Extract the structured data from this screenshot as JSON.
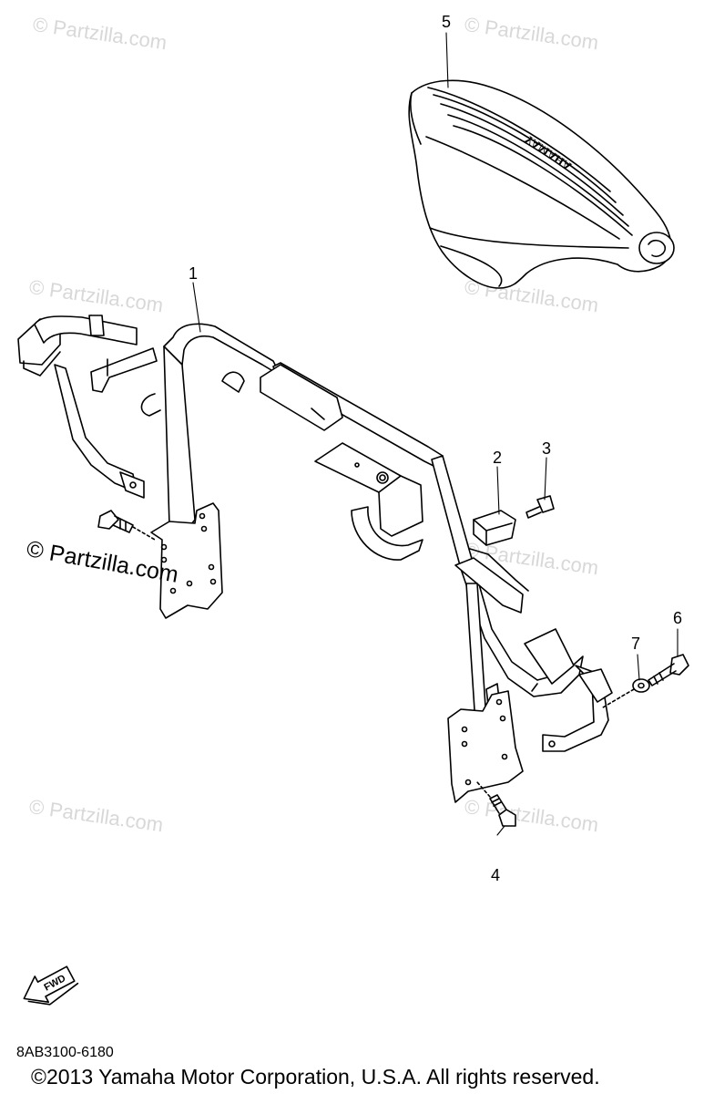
{
  "watermark": {
    "text": "© Partzilla.com",
    "featured_text": "© Partzilla.com"
  },
  "callouts": [
    {
      "id": "1",
      "label": "1"
    },
    {
      "id": "2",
      "label": "2"
    },
    {
      "id": "3",
      "label": "3"
    },
    {
      "id": "4",
      "label": "4"
    },
    {
      "id": "5",
      "label": "5"
    },
    {
      "id": "6",
      "label": "6"
    },
    {
      "id": "7",
      "label": "7"
    }
  ],
  "seat_brand": "YAMAHA",
  "fwd_label": "FWD",
  "diagram_code": "8AB3100-6180",
  "copyright": "©2013 Yamaha Motor Corporation, U.S.A. All rights reserved."
}
